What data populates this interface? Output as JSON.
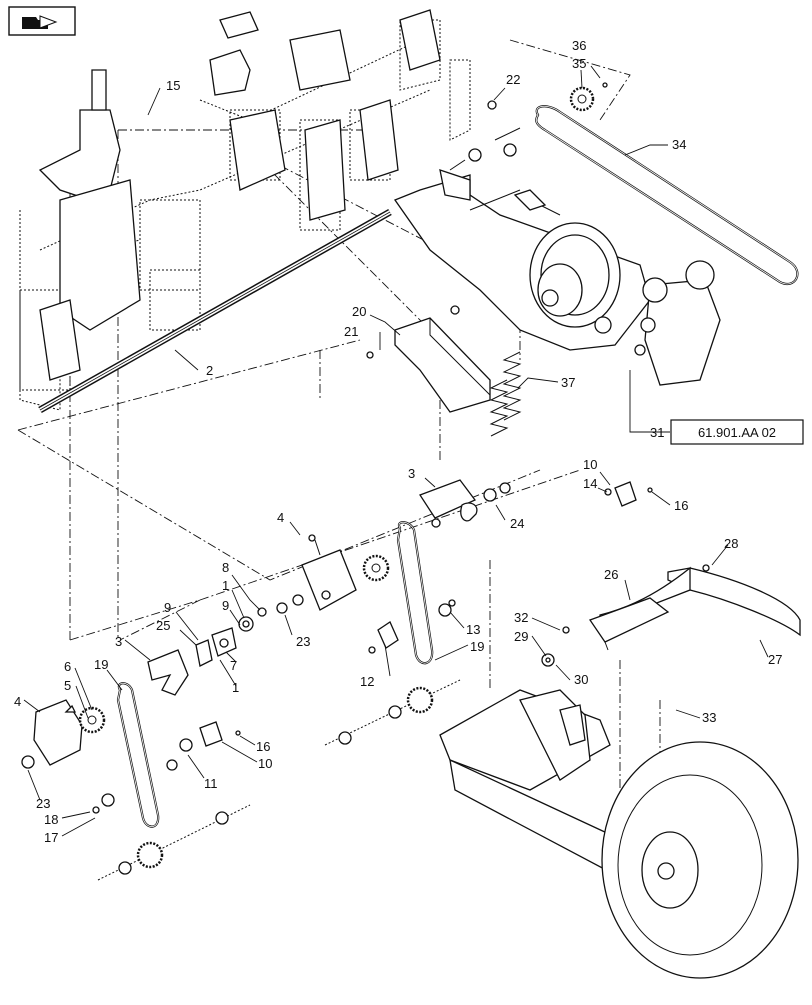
{
  "nav_icon": "folder-arrow-icon",
  "reference": "61.901.AA 02",
  "callouts": [
    {
      "id": "c15",
      "text": "15"
    },
    {
      "id": "c22",
      "text": "22"
    },
    {
      "id": "c36",
      "text": "36"
    },
    {
      "id": "c35",
      "text": "35"
    },
    {
      "id": "c34",
      "text": "34"
    },
    {
      "id": "c2",
      "text": "2"
    },
    {
      "id": "c20",
      "text": "20"
    },
    {
      "id": "c21",
      "text": "21"
    },
    {
      "id": "c37",
      "text": "37"
    },
    {
      "id": "c31",
      "text": "31"
    },
    {
      "id": "c10a",
      "text": "10"
    },
    {
      "id": "c14",
      "text": "14"
    },
    {
      "id": "c16a",
      "text": "16"
    },
    {
      "id": "c3a",
      "text": "3"
    },
    {
      "id": "c24",
      "text": "24"
    },
    {
      "id": "c4a",
      "text": "4"
    },
    {
      "id": "c8",
      "text": "8"
    },
    {
      "id": "c1a",
      "text": "1"
    },
    {
      "id": "c9a",
      "text": "9"
    },
    {
      "id": "c9b",
      "text": "9"
    },
    {
      "id": "c25",
      "text": "25"
    },
    {
      "id": "c23a",
      "text": "23"
    },
    {
      "id": "c7",
      "text": "7"
    },
    {
      "id": "c1b",
      "text": "1"
    },
    {
      "id": "c3b",
      "text": "3"
    },
    {
      "id": "c6",
      "text": "6"
    },
    {
      "id": "c19a",
      "text": "19"
    },
    {
      "id": "c5",
      "text": "5"
    },
    {
      "id": "c4b",
      "text": "4"
    },
    {
      "id": "c23b",
      "text": "23"
    },
    {
      "id": "c18",
      "text": "18"
    },
    {
      "id": "c17",
      "text": "17"
    },
    {
      "id": "c11",
      "text": "11"
    },
    {
      "id": "c16b",
      "text": "16"
    },
    {
      "id": "c10b",
      "text": "10"
    },
    {
      "id": "c12",
      "text": "12"
    },
    {
      "id": "c13",
      "text": "13"
    },
    {
      "id": "c19b",
      "text": "19"
    },
    {
      "id": "c26",
      "text": "26"
    },
    {
      "id": "c28",
      "text": "28"
    },
    {
      "id": "c27",
      "text": "27"
    },
    {
      "id": "c32",
      "text": "32"
    },
    {
      "id": "c29",
      "text": "29"
    },
    {
      "id": "c30",
      "text": "30"
    },
    {
      "id": "c33",
      "text": "33"
    }
  ]
}
